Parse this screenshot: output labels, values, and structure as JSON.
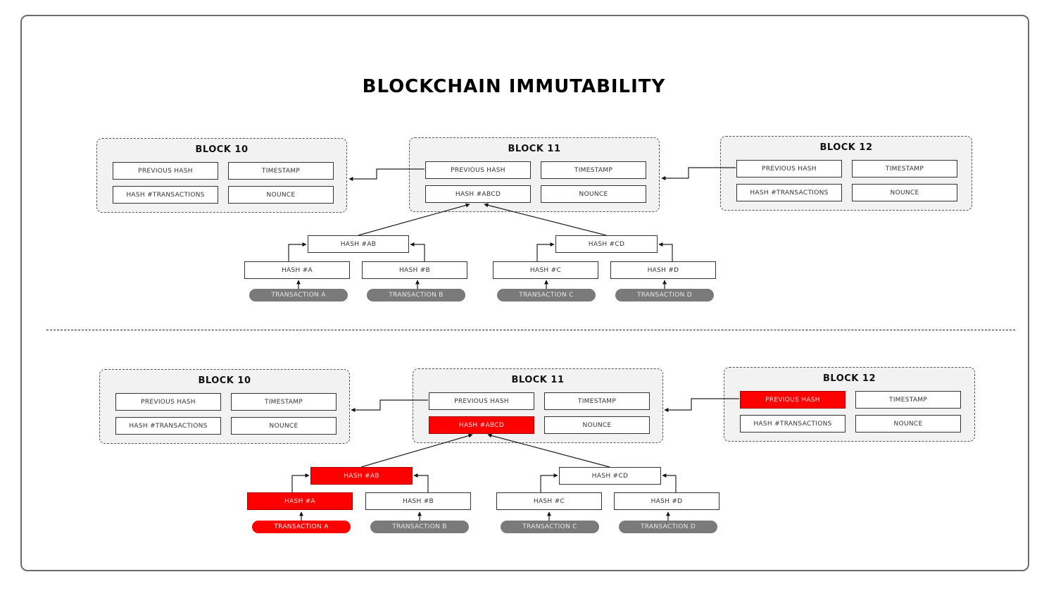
{
  "title": "BLOCKCHAIN IMMUTABILITY",
  "colors": {
    "tampered": "#ff0000",
    "transaction": "#7a7a7a",
    "block_bg": "#f2f2f2"
  },
  "diagrams": [
    {
      "name": "original",
      "blocks": [
        {
          "title": "BLOCK 10",
          "cells": [
            "PREVIOUS HASH",
            "TIMESTAMP",
            "HASH #TRANSACTIONS",
            "NOUNCE"
          ]
        },
        {
          "title": "BLOCK 11",
          "cells": [
            "PREVIOUS HASH",
            "TIMESTAMP",
            "HASH #ABCD",
            "NOUNCE"
          ]
        },
        {
          "title": "BLOCK 12",
          "cells": [
            "PREVIOUS HASH",
            "TIMESTAMP",
            "HASH #TRANSACTIONS",
            "NOUNCE"
          ]
        }
      ],
      "tree": {
        "level2": [
          "HASH #AB",
          "HASH #CD"
        ],
        "level1": [
          "HASH #A",
          "HASH #B",
          "HASH #C",
          "HASH #D"
        ],
        "transactions": [
          "TRANSACTION A",
          "TRANSACTION B",
          "TRANSACTION C",
          "TRANSACTION D"
        ]
      },
      "tampered": []
    },
    {
      "name": "tampered",
      "blocks": [
        {
          "title": "BLOCK 10",
          "cells": [
            "PREVIOUS HASH",
            "TIMESTAMP",
            "HASH #TRANSACTIONS",
            "NOUNCE"
          ]
        },
        {
          "title": "BLOCK 11",
          "cells": [
            "PREVIOUS HASH",
            "TIMESTAMP",
            "HASH #ABCD",
            "NOUNCE"
          ]
        },
        {
          "title": "BLOCK 12",
          "cells": [
            "PREVIOUS HASH",
            "TIMESTAMP",
            "HASH #TRANSACTIONS",
            "NOUNCE"
          ]
        }
      ],
      "tree": {
        "level2": [
          "HASH #AB",
          "HASH #CD"
        ],
        "level1": [
          "HASH #A",
          "HASH #B",
          "HASH #C",
          "HASH #D"
        ],
        "transactions": [
          "TRANSACTION A",
          "TRANSACTION B",
          "TRANSACTION C",
          "TRANSACTION D"
        ]
      },
      "tampered": [
        "TRANSACTION A",
        "HASH #A",
        "HASH #AB",
        "BLOCK 11 HASH #ABCD",
        "BLOCK 12 PREVIOUS HASH"
      ]
    }
  ]
}
